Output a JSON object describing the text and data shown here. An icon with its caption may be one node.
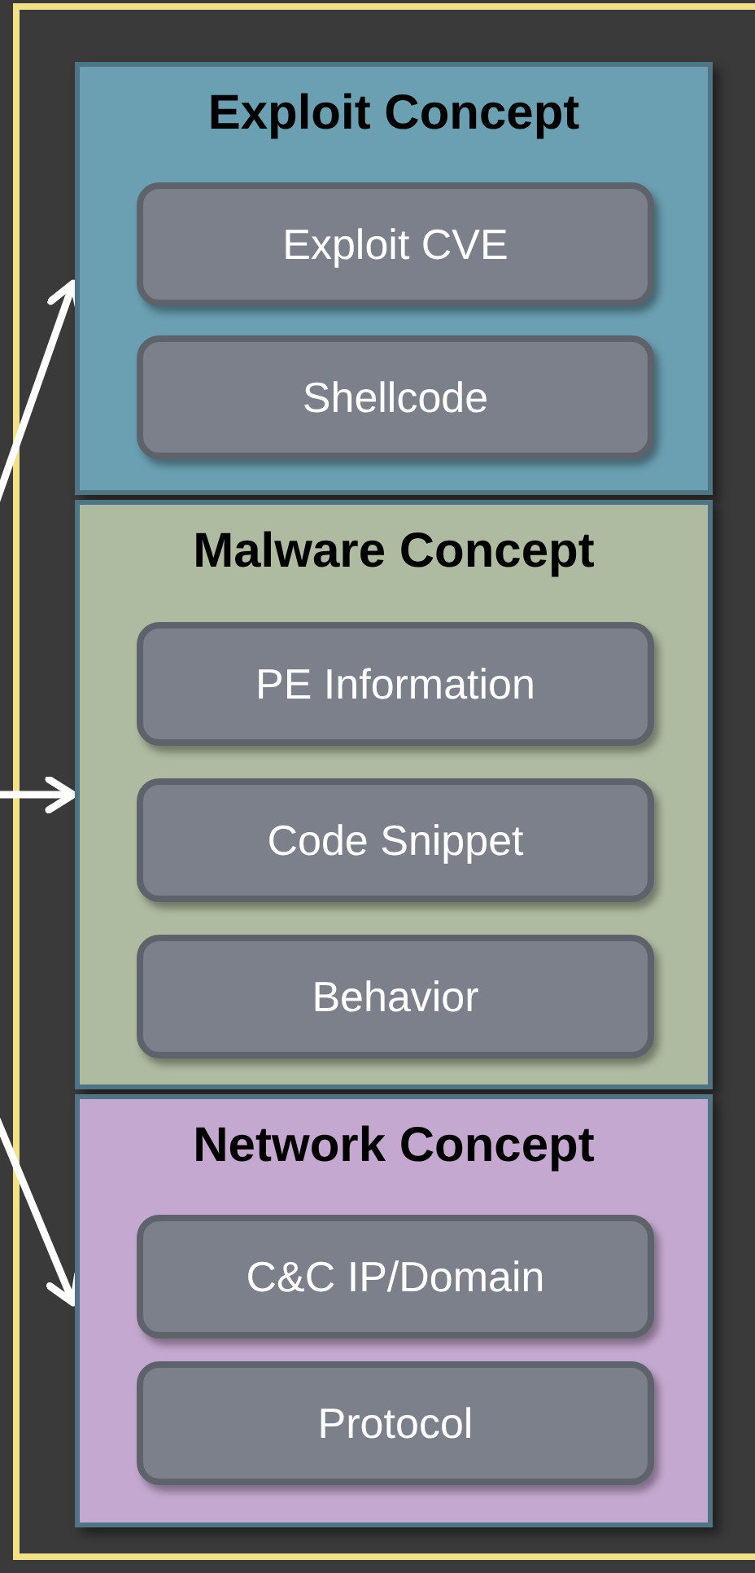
{
  "diagram": {
    "nodes": [
      {
        "text": [
          "Exploit Concept"
        ]
      },
      {
        "text": [
          "Exploit CVE"
        ],
        "in": 0
      },
      {
        "text": [
          "Shellcode"
        ],
        "in": 0
      },
      {
        "text": [
          "Malware Concept"
        ]
      },
      {
        "text": [
          "PE Information"
        ],
        "in": 3
      },
      {
        "text": [
          "Code Snippet"
        ],
        "in": 3
      },
      {
        "text": [
          "Behavior"
        ],
        "in": 3
      },
      {
        "text": [
          "Network Concept"
        ]
      },
      {
        "text": [
          "C&C IP/Domain"
        ],
        "in": 7
      },
      {
        "text": [
          "Protocol"
        ],
        "in": 7
      }
    ],
    "edges": [
      {
        "from": null,
        "to": 0,
        "arrow": "to"
      },
      {
        "from": null,
        "to": 3,
        "arrow": "to"
      },
      {
        "from": null,
        "to": 7,
        "arrow": "to"
      }
    ]
  }
}
